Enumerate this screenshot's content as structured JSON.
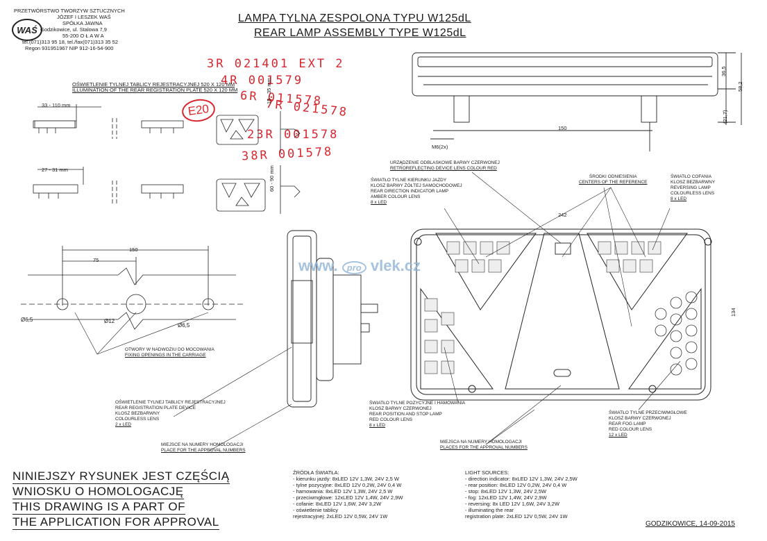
{
  "company": {
    "name": "PRZETWÓRSTWO TWORZYW SZTUCZNYCH",
    "owners": "JÓZEF I LESZEK WAŚ",
    "type": "SPÓŁKA JAWNA",
    "street": "Godzikowice, ul. Stalowa 7,9",
    "city": "55-200   O Ł A W A",
    "phone": "tel.(071)313 95 18, tel./fax(071)313 35 52",
    "regon": "Regon 931951967 NIP 912-16-54-900",
    "logo_text": "WAŚ"
  },
  "title_pl": "LAMPA TYLNA ZESPOLONA TYPU W125dL",
  "title_en": "REAR LAMP ASSEMBLY TYPE W125dL",
  "stamps": [
    "3R  021401  EXT 2",
    "4R  001579",
    "6R  011578",
    "7R  021578",
    "23R  001578",
    "38R  001578"
  ],
  "e_mark": "E20",
  "plate_label_pl": "OŚWIETLENIE TYLNEJ TABLICY REJESTRACYJNEJ 520 X 120 MM",
  "plate_label_en": "ILLUMINATION OF THE REAR REGISTRATION PLATE 520 X 120 MM",
  "dims": {
    "d1": "33 - 110 mm",
    "d2": "27 - 31 mm",
    "d3": "15 - 35 mm",
    "d4": "60 - 90 mm",
    "d150a": "150",
    "d75": "75",
    "d150b": "150",
    "d365": "36,5",
    "d582": "58,2",
    "d217": "(21,7)",
    "m6": "M6(2x)",
    "d242": "242",
    "d134": "134",
    "phi65a": "Ø6,5",
    "phi12": "Ø12",
    "phi65b": "Ø6,5"
  },
  "watermark": {
    "pre": "www.",
    "mid": "pro",
    "post": "vlek.cz"
  },
  "labels": {
    "retro": [
      "URZĄDZENIE ODBLASKOWE BARWY CZERWONEJ",
      "RETROREFLECTING DEVICE LENS COLOUR RED"
    ],
    "centers": [
      "ŚRODKI ODNIESIENIA",
      "CENTERS OF THE REFERENCE"
    ],
    "direction": [
      "ŚWIATŁO TYLNE KIERUNKU JAZDY",
      "KLOSZ BARWY ŻÓŁTEJ SAMOCHODOWEJ",
      "REAR DIRECTION INDICATOR LAMP",
      "AMBER COLOUR LENS",
      "8 x LED"
    ],
    "reversing": [
      "ŚWIATŁO COFANIA",
      "KLOSZ BEZBARWNY",
      "REVERSING LAMP",
      "COLOURLESS LENS",
      "8 x LED"
    ],
    "fixing": [
      "OTWORY W NADWOZIU DO MOCOWANIA",
      "FIXING OPENINGS IN THE CARRIAGE"
    ],
    "plate_device": [
      "OŚWIETLENIE TYLNEJ TABLICY REJESTRACYJNEJ",
      "REAR REGISTRATION PLATE DEVICE",
      "KLOSZ BEZBARWNY",
      "COLOURLESS LENS",
      "2 x LED"
    ],
    "approval_place": [
      "MIEJSCE NA NUMERY HOMOLOGACJI",
      "PLACE FOR THE APPROVAL NUMBERS"
    ],
    "position_stop": [
      "ŚWIATŁO TYLNE POZYCYJNE I HAMOWANIA",
      "KLOSZ BARWY CZERWONEJ",
      "REAR POSITION AND STOP LAMP",
      "RED COLOUR LENS",
      "8 x LED"
    ],
    "approval_places": [
      "MIEJSCA NA NUMERY HOMOLOGACJI",
      "PLACES FOR THE APPROVAL NUMBERS"
    ],
    "fog": [
      "ŚWIATŁO TYLNE PRZECIWMGŁOWE",
      "KLOSZ BARWY CZERWONEJ",
      "REAR FOG LAMP",
      "RED COLOUR LENS",
      "12 x LED"
    ]
  },
  "statement": [
    "NINIEJSZY RYSUNEK JEST CZĘŚCIĄ",
    "WNIOSKU O HOMOLOGACJĘ",
    "THIS DRAWING IS A PART OF",
    "THE APPLICATION FOR APPROVAL"
  ],
  "sources_pl": {
    "heading": "ŹRÓDŁA ŚWIATŁA:",
    "lines": [
      "- kierunku jazdy: 8xLED 12V 1,3W, 24V 2,5 W",
      "- tylne pozycyjne: 8xLED 12V 0,2W, 24V 0,4 W",
      "- hamowania: 8xLED 12V 1,3W, 24V 2,5 W",
      "- przeciwmgłowe: 12xLED 12V 1,4W, 24V 2,9W",
      "- cofanie: 8xLED 12V 1,6W, 24V 3,2W",
      "- oświetlenie tablicy",
      "   rejestracyjnej: 2xLED 12V 0,5W,  24V 1W"
    ]
  },
  "sources_en": {
    "heading": "LIGHT SOURCES:",
    "lines": [
      "- direction indicator: 8xLED 12V 1,3W, 24V 2,5W",
      "- rear position: 8xLED 12V 0,2W, 24V 0,4 W",
      "- stop: 8xLED 12V  1,3W, 24V 2,5W",
      "- fog: 12xLED 12V 1,4W, 24V 2,9W",
      "- reversing: 8x LED 12V 1,6W, 24V 3,2W",
      "- illuminating the rear",
      "  registration plate: 2xLED 12V 0,5W, 24V 1W"
    ]
  },
  "date": "GODZIKOWICE,   14-09-2015"
}
